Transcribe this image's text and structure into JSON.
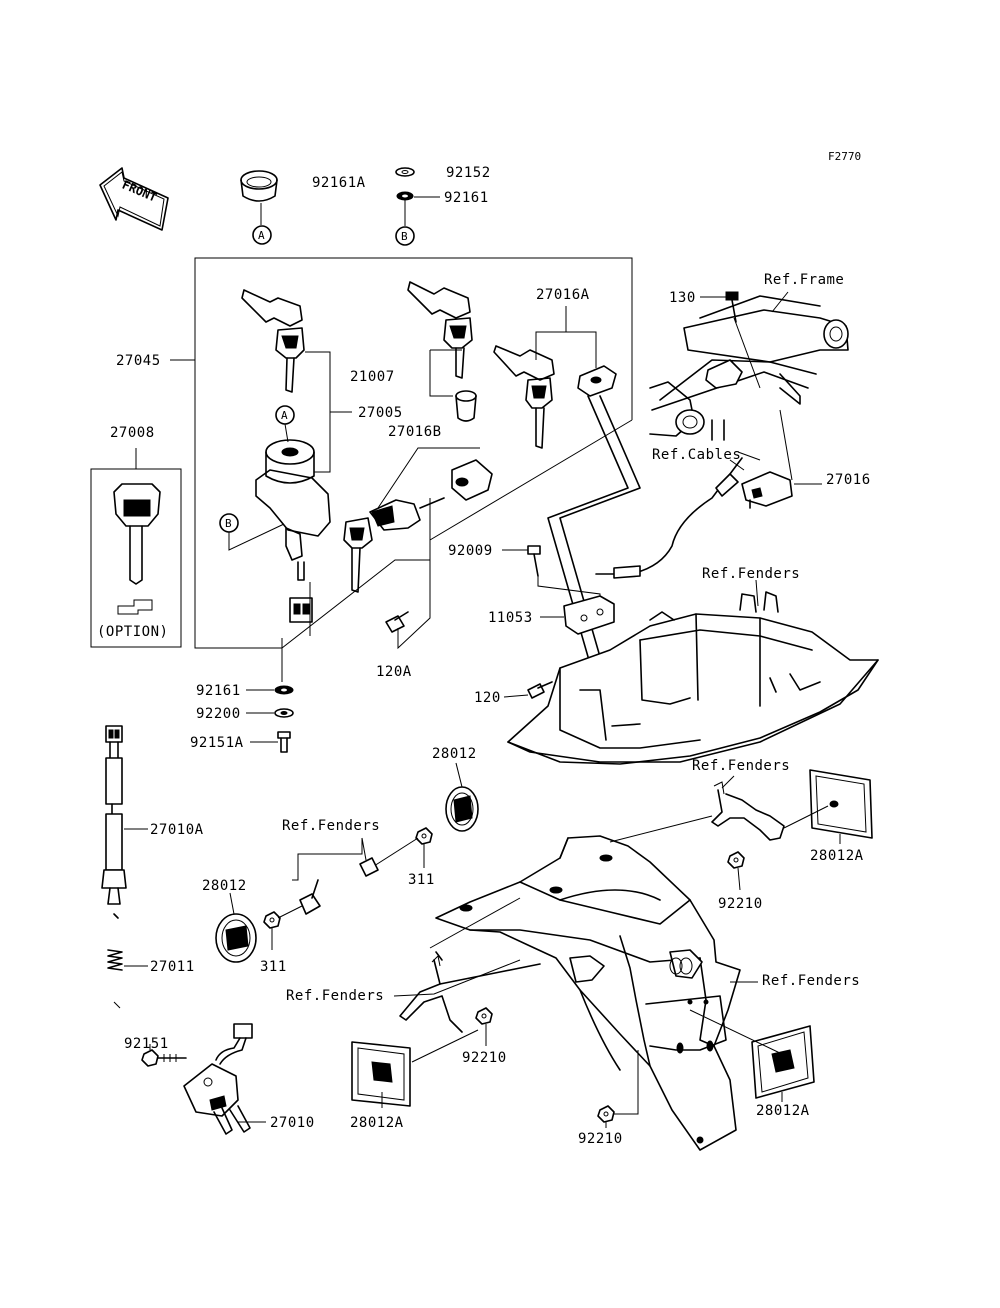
{
  "figure_code": "F2770",
  "front_label": "FRONT",
  "callouts": {
    "A": "A",
    "B": "B"
  },
  "option_label": "(OPTION)",
  "parts": {
    "p92161A": "92161A",
    "p92152": "92152",
    "p92161_top": "92161",
    "p27045": "27045",
    "p21007": "21007",
    "p27005": "27005",
    "p27016A": "27016A",
    "p27016B": "27016B",
    "p27008": "27008",
    "p92161_mid": "92161",
    "p92200": "92200",
    "p92151A": "92151A",
    "p120A": "120A",
    "p92009": "92009",
    "p11053": "11053",
    "p120": "120",
    "p130": "130",
    "p27016": "27016",
    "p28012_top": "28012",
    "p28012_left": "28012",
    "p311_a": "311",
    "p311_b": "311",
    "p27010A": "27010A",
    "p27011": "27011",
    "p92151": "92151",
    "p27010": "27010",
    "p28012A_left": "28012A",
    "p92210_mid": "92210",
    "p92210_bot": "92210",
    "p28012A_right": "28012A",
    "p28012A_top": "28012A",
    "p92210_right": "92210"
  },
  "refs": {
    "frame": "Ref.Frame",
    "cables": "Ref.Cables",
    "fenders_1": "Ref.Fenders",
    "fenders_2": "Ref.Fenders",
    "fenders_3": "Ref.Fenders",
    "fenders_4": "Ref.Fenders",
    "fenders_5": "Ref.Fenders"
  }
}
